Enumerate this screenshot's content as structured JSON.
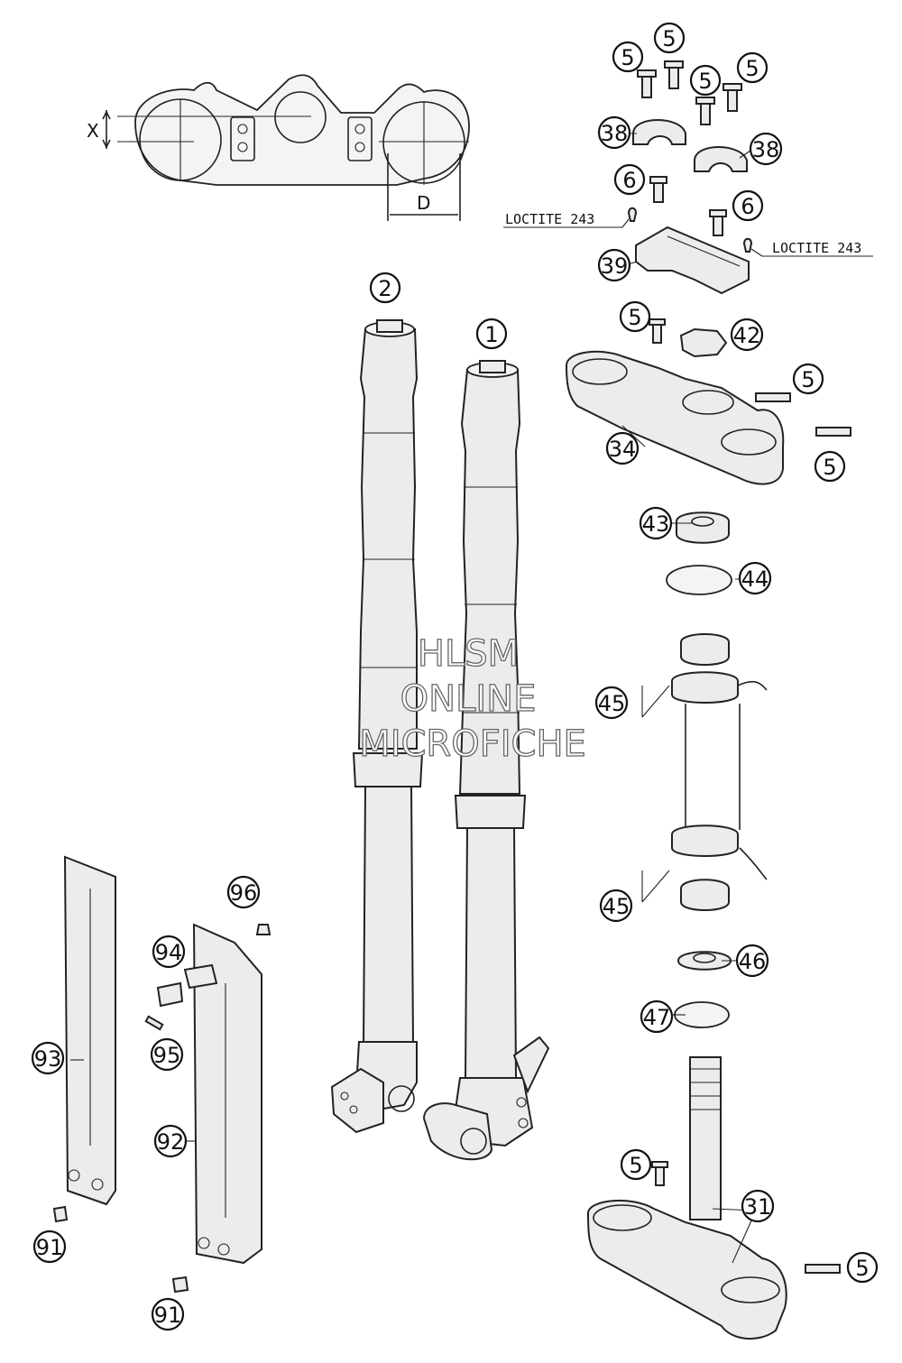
{
  "callouts": [
    {
      "id": "c5a",
      "text": "5"
    },
    {
      "id": "c5b",
      "text": "5"
    },
    {
      "id": "c5c",
      "text": "5"
    },
    {
      "id": "c5d",
      "text": "5"
    },
    {
      "id": "c38a",
      "text": "38"
    },
    {
      "id": "c38b",
      "text": "38"
    },
    {
      "id": "c6a",
      "text": "6"
    },
    {
      "id": "c6b",
      "text": "6"
    },
    {
      "id": "c39",
      "text": "39"
    },
    {
      "id": "c2",
      "text": "2"
    },
    {
      "id": "c1",
      "text": "1"
    },
    {
      "id": "c5e",
      "text": "5"
    },
    {
      "id": "c42",
      "text": "42"
    },
    {
      "id": "c5f",
      "text": "5"
    },
    {
      "id": "c34",
      "text": "34"
    },
    {
      "id": "c5g",
      "text": "5"
    },
    {
      "id": "c43",
      "text": "43"
    },
    {
      "id": "c44",
      "text": "44"
    },
    {
      "id": "c45a",
      "text": "45"
    },
    {
      "id": "c45b",
      "text": "45"
    },
    {
      "id": "c46",
      "text": "46"
    },
    {
      "id": "c47",
      "text": "47"
    },
    {
      "id": "c96",
      "text": "96"
    },
    {
      "id": "c94",
      "text": "94"
    },
    {
      "id": "c95",
      "text": "95"
    },
    {
      "id": "c93",
      "text": "93"
    },
    {
      "id": "c92",
      "text": "92"
    },
    {
      "id": "c91a",
      "text": "91"
    },
    {
      "id": "c91b",
      "text": "91"
    },
    {
      "id": "c5h",
      "text": "5"
    },
    {
      "id": "c31",
      "text": "31"
    },
    {
      "id": "c5i",
      "text": "5"
    }
  ],
  "labels": {
    "loctite_left": "LOCTITE 243",
    "loctite_right": "LOCTITE 243",
    "dim_x": "X",
    "dim_d": "D"
  },
  "watermark": {
    "line1": "HLSM",
    "line2": "ONLINE",
    "line3": "MICROFICHE"
  }
}
